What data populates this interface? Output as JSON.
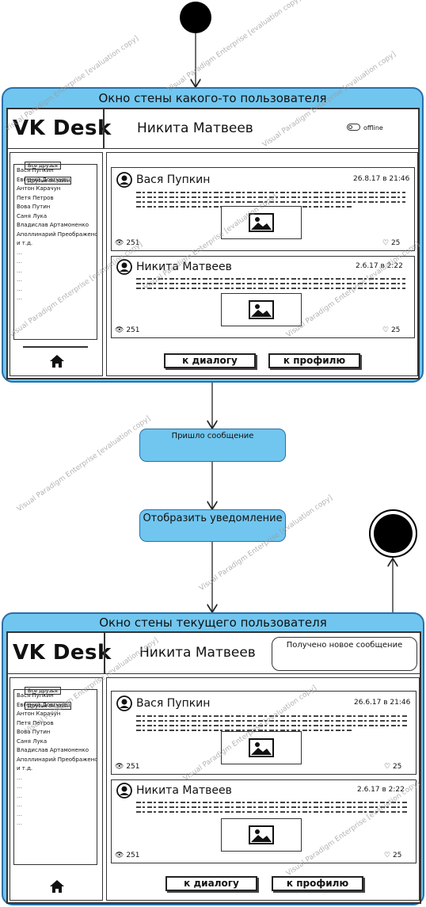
{
  "watermark_text": "Visual Paradigm Enterprise [evaluation copy]",
  "colors": {
    "state_fill": "#71c6ef",
    "state_border": "#2a6fa8",
    "initial_node": "#000000"
  },
  "frame1": {
    "title": "Окно стены какого-то пользователя",
    "logo": "VK Desk",
    "user_name": "Никита Матвеев",
    "status_toggle_label": "offline",
    "tabs": [
      "Все друзья",
      "Друзья онлайн"
    ],
    "friends": [
      "Вася Пупкин",
      "Евгений Довгунец",
      "Антон Карачун",
      "Петя Петров",
      "Вова Путин",
      "Саня Лука",
      "Владислав Артамоненко",
      "Аполлинарий Преображенский",
      "и т.д."
    ],
    "posts": [
      {
        "author": "Вася Пупкин",
        "date": "26.8.17 в 21:46",
        "views": "251",
        "likes": "25"
      },
      {
        "author": "Никита Матвеев",
        "date": "2.6.17 в 2:22",
        "views": "251",
        "likes": "25"
      }
    ],
    "buttons": {
      "dialog": "к диалогу",
      "profile": "к профилю"
    }
  },
  "action1": {
    "label": "Пришло сообщение"
  },
  "action2": {
    "label": "Отобразить уведомление"
  },
  "frame2": {
    "title": "Окно стены текущего пользователя",
    "logo": "VK Desk",
    "user_name": "Никита Матвеев",
    "notification": "Получено новое сообщение",
    "tabs": [
      "Все друзья",
      "Друзья онлайн"
    ],
    "friends": [
      "Вася Пупкин",
      "Евгений Довгунец",
      "Антон Карачун",
      "Петя Петров",
      "Вова Путин",
      "Саня Лука",
      "Владислав Артамоненко",
      "Аполлинарий Преображенский",
      "и т.д."
    ],
    "posts": [
      {
        "author": "Вася Пупкин",
        "date": "26.6.17 в 21:46",
        "views": "251",
        "likes": "25"
      },
      {
        "author": "Никита Матвеев",
        "date": "2.6.17 в 2:22",
        "views": "251",
        "likes": "25"
      }
    ],
    "buttons": {
      "dialog": "к диалогу",
      "profile": "к профилю"
    }
  }
}
